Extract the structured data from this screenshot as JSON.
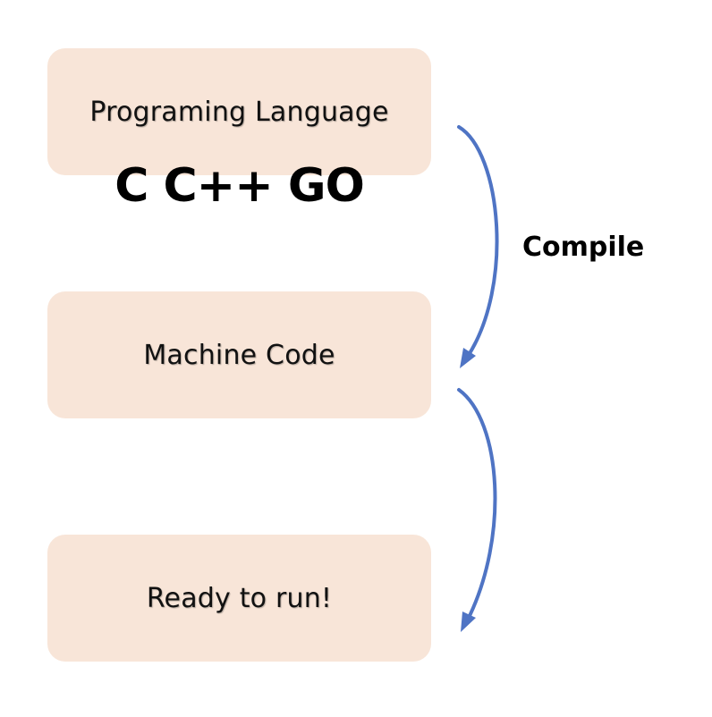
{
  "boxes": [
    {
      "label": "Programing Language"
    },
    {
      "label": "Machine Code"
    },
    {
      "label": "Ready to run!"
    }
  ],
  "languages": "C C++ GO",
  "arrow_label": "Compile",
  "colors": {
    "box_fill": "#f8e5d8",
    "arrow": "#4f74c4"
  }
}
